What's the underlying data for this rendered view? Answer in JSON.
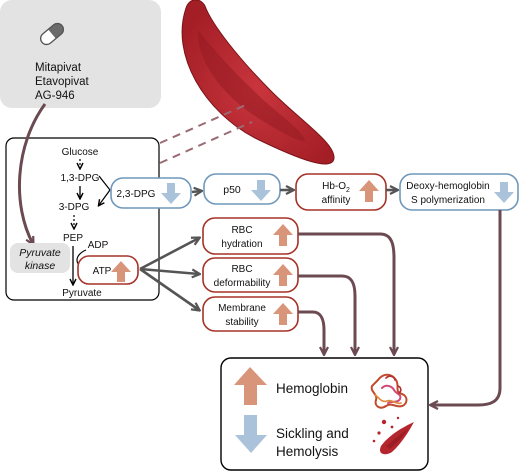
{
  "drugs": [
    "Mitapivat",
    "Etavopivat",
    "AG-946"
  ],
  "pathway": {
    "glucose": "Glucose",
    "dpg13": "1,3-DPG",
    "dpg3": "3-DPG",
    "pep": "PEP",
    "adp": "ADP",
    "pyruvate": "Pyruvate",
    "enzyme_line1": "Pyruvate",
    "enzyme_line2": "kinase"
  },
  "boxes": {
    "dpg23": "2,3-DPG",
    "atp": "ATP",
    "p50": "p50",
    "hb_o2_prefix": "Hb-O",
    "hb_o2_sub": "2",
    "hb_o2_line2": "affinity",
    "deoxy_line1": "Deoxy-hemoglobin",
    "deoxy_line2": "S polymerization",
    "rbc_hydration_line1": "RBC",
    "rbc_hydration_line2": "hydration",
    "rbc_deform_line1": "RBC",
    "rbc_deform_line2": "deformability",
    "membrane_line1": "Membrane",
    "membrane_line2": "stability"
  },
  "outcomes": {
    "hemoglobin": "Hemoglobin",
    "sickling_line1": "Sickling and",
    "sickling_line2": "Hemolysis"
  },
  "directions": {
    "dpg23": "down",
    "p50": "down",
    "hb_o2_affinity": "up",
    "deoxy_hbs_polymerization": "down",
    "atp": "up",
    "rbc_hydration": "up",
    "rbc_deformability": "up",
    "membrane_stability": "up",
    "hemoglobin": "up",
    "sickling_hemolysis": "down"
  },
  "colors": {
    "up_arrow": "#d9957a",
    "down_arrow": "#aac3da",
    "red_border": "#a53227",
    "blue_border": "#6f97ba",
    "flow_arrow": "#6b4a52",
    "rbc_red": "#b5252d",
    "drug_box": "#e3e3e3"
  },
  "icons": {
    "drug": "pill-icon",
    "cell": "sickle-cell-icon",
    "hemoglobin": "hemoglobin-protein-icon",
    "hemolysis": "hemolysis-icon"
  }
}
